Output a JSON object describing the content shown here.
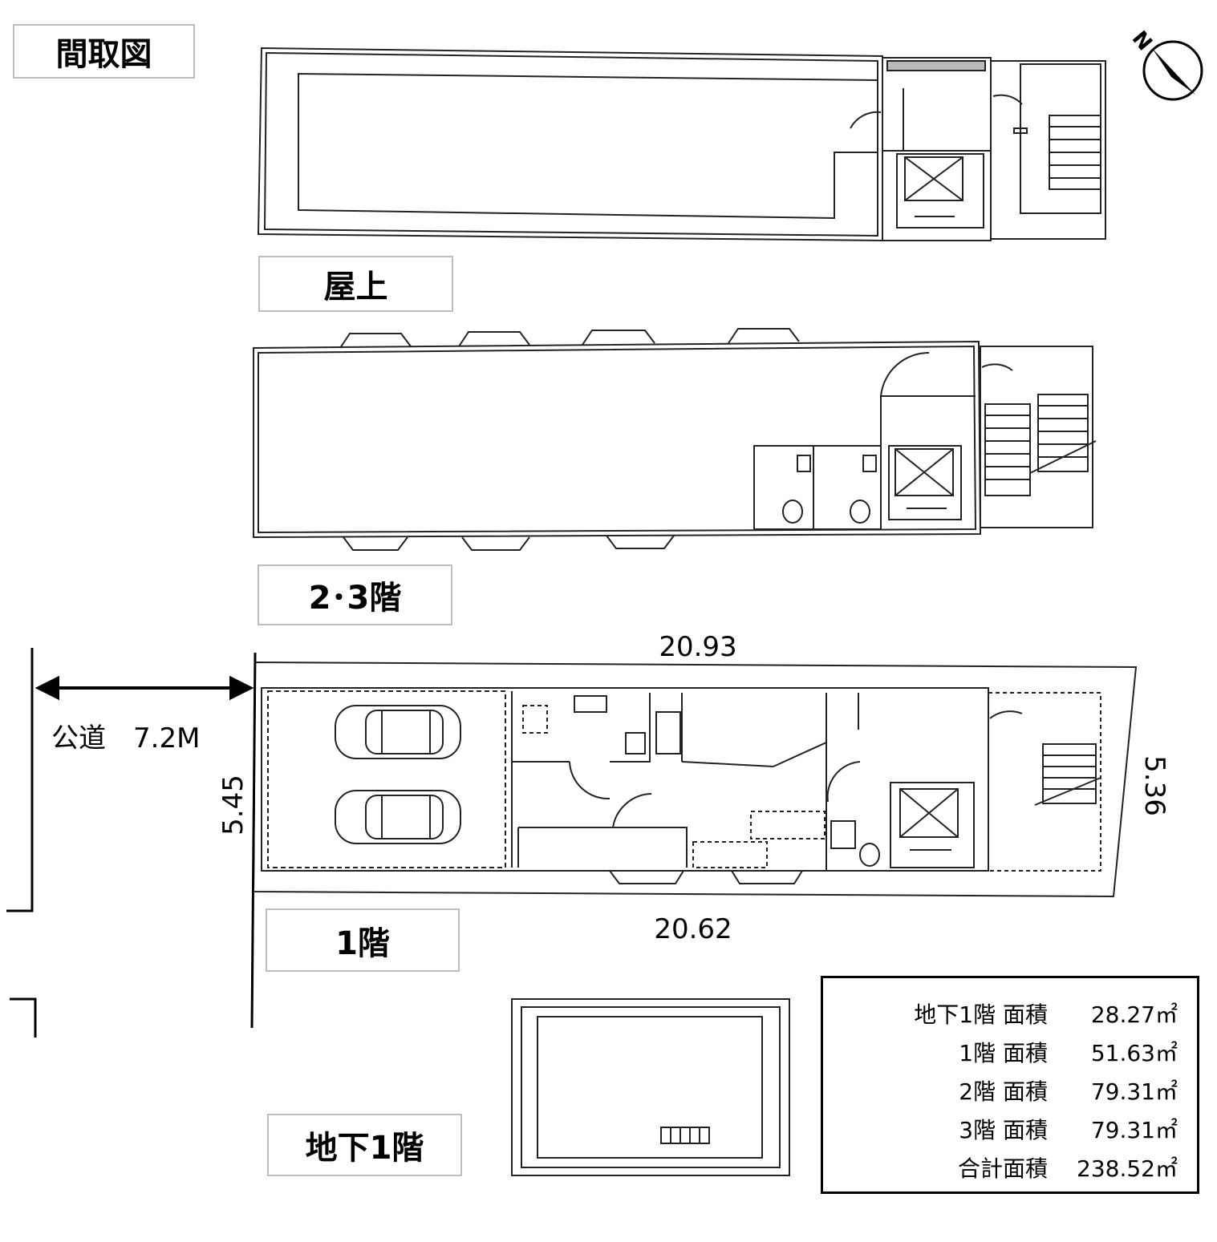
{
  "labels": {
    "title": "間取図",
    "roof": "屋上",
    "floor23": "2･3階",
    "floor1": "1階",
    "basement": "地下1階"
  },
  "dimensions": {
    "top": "20.93",
    "bottom": "20.62",
    "left": "5.45",
    "right": "5.36"
  },
  "road": "公道　7.2M",
  "compass": "N",
  "areas": [
    {
      "name": "地下1階 面積",
      "value": "28.27㎡"
    },
    {
      "name": "1階 面積",
      "value": "51.63㎡"
    },
    {
      "name": "2階 面積",
      "value": "79.31㎡"
    },
    {
      "name": "3階 面積",
      "value": "79.31㎡"
    },
    {
      "name": "合計面積",
      "value": "238.52㎡"
    }
  ]
}
